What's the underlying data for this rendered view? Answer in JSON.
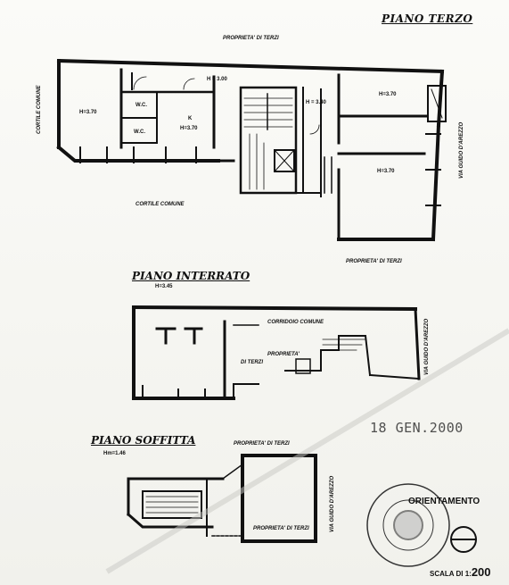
{
  "terzo": {
    "title": "PIANO TERZO",
    "proprieta_top": "PROPRIETA' DI TERZI",
    "cortile_left": "CORTILE COMUNE",
    "h_left": "H=3.70",
    "wc1": "W.C.",
    "wc2": "W.C.",
    "k": "K",
    "h_kitchen": "H=3.70",
    "h_corridor": "H = 3.00",
    "h_hall": "H = 3.40",
    "h_right_top": "H=3.70",
    "h_right_bottom": "H=3.70",
    "cortile_bottom": "CORTILE COMUNE",
    "proprieta_bottom": "PROPRIETA' DI TERZI",
    "via": "VIA GUIDO D'AREZZO"
  },
  "interrato": {
    "title": "PIANO INTERRATO",
    "h": "H=3.45",
    "corridoio": "CORRIDOIO COMUNE",
    "proprieta_1": "PROPRIETA'",
    "proprieta_2": "DI TERZI",
    "via": "VIA GUIDO D'AREZZO"
  },
  "soffitta": {
    "title": "PIANO SOFFITTA",
    "h": "Hm=1.46",
    "proprieta_top": "PROPRIETA' DI TERZI",
    "proprieta_inside": "PROPRIETA' DI TERZI",
    "via": "VIA GUIDO D'AREZZO"
  },
  "stamp": {
    "date": "18 GEN.2000"
  },
  "legend": {
    "orientamento": "ORIENTAMENTO",
    "scala_prefix": "SCALA DI 1:",
    "scala_value": "200"
  }
}
